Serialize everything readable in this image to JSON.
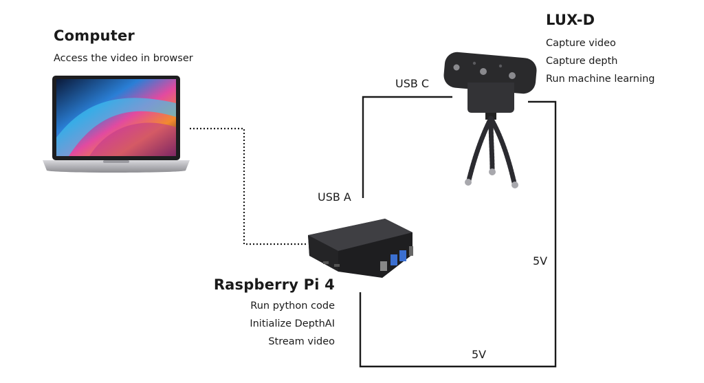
{
  "computer": {
    "title": "Computer",
    "lines": [
      "Access the video in browser"
    ]
  },
  "luxd": {
    "title": "LUX-D",
    "lines": [
      "Capture video",
      "Capture depth",
      "Run machine learning"
    ]
  },
  "raspberry": {
    "title": "Raspberry Pi 4",
    "lines": [
      "Run python code",
      "Initialize DepthAI",
      "Stream video"
    ]
  },
  "connections": {
    "usb_c": "USB C",
    "usb_a": "USB A",
    "power_right": "5V",
    "power_bottom": "5V"
  }
}
